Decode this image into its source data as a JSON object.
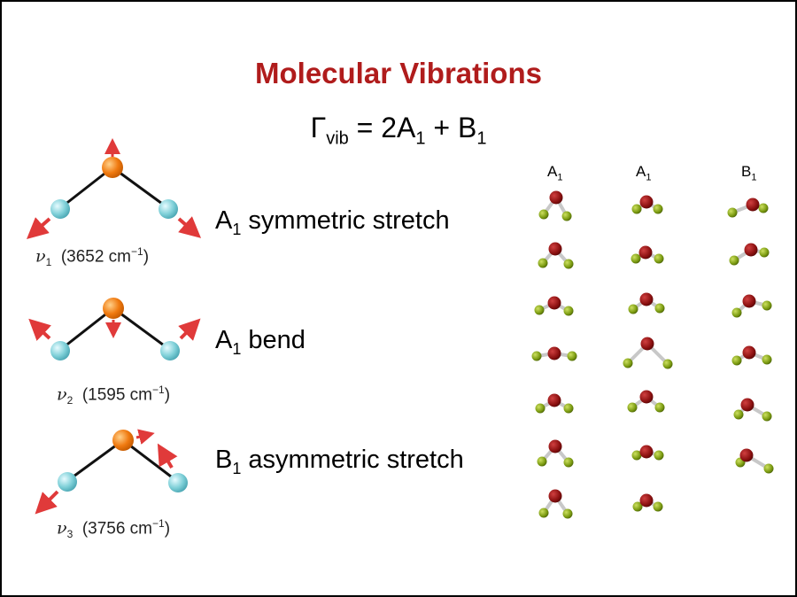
{
  "title": "Molecular Vibrations",
  "gamma": {
    "symbol": "Γ",
    "sub": "vib",
    "expr": " = 2A",
    "expr_sub": "1",
    "plus": " + B",
    "plus_sub": "1"
  },
  "modes": [
    {
      "nu": "ν",
      "index": "1",
      "freq": "(3652  cm",
      "exp": "−1",
      "close": ")",
      "sym": "A",
      "sym_sub": "1",
      "desc": " symmetric stretch"
    },
    {
      "nu": "ν",
      "index": "2",
      "freq": "(1595  cm",
      "exp": "−1",
      "close": ")",
      "sym": "A",
      "sym_sub": "1",
      "desc": " bend"
    },
    {
      "nu": "ν",
      "index": "3",
      "freq": "(3756  cm",
      "exp": "−1",
      "close": ")",
      "sym": "B",
      "sym_sub": "1",
      "desc": " asymmetric stretch"
    }
  ],
  "columns": [
    {
      "label": "A",
      "sub": "1"
    },
    {
      "label": "A",
      "sub": "1"
    },
    {
      "label": "B",
      "sub": "1"
    }
  ],
  "colors": {
    "title": "#b01c1c",
    "oxygen_large": "#f07a10",
    "hydrogen_large": "#7fd0d8",
    "arrow": "#e03a3a",
    "oxygen_small": "#8b1010",
    "hydrogen_small": "#7a9a10"
  }
}
